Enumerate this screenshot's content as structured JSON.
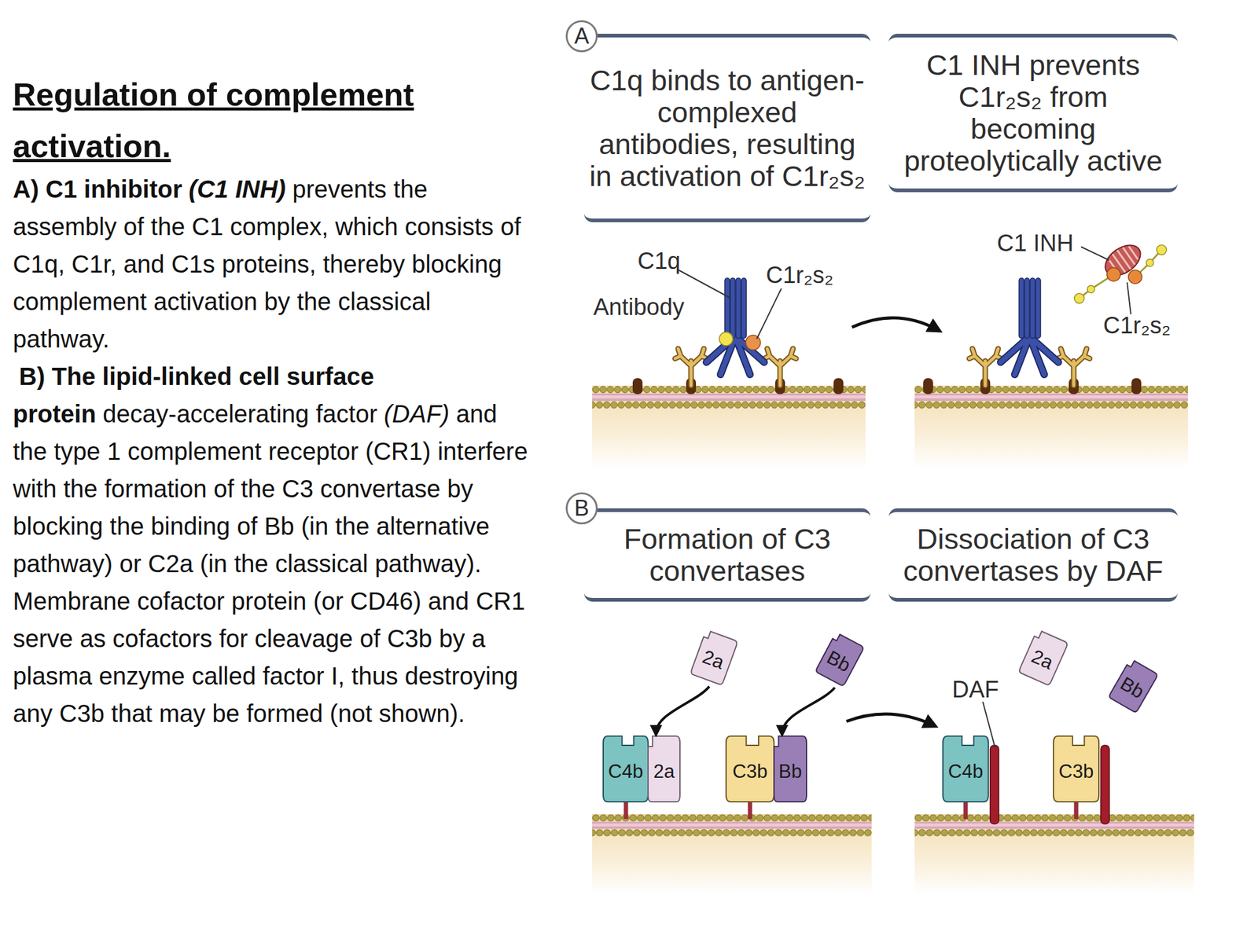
{
  "diagram": {
    "title": "Regulation of complement activation.",
    "nodes": [
      {
        "text": [
          "A"
        ]
      },
      {
        "text": [
          "C1q binds to antigen-complexed antibodies, resulting in activation of C1r₂s₂"
        ]
      },
      {
        "text": [
          "C1 INH prevents C1r₂s₂ from becoming proteolytically active"
        ]
      },
      {
        "text": [
          "B"
        ]
      },
      {
        "text": [
          "Formation of C3 convertases"
        ]
      },
      {
        "text": [
          "Dissociation of C3 convertases by DAF"
        ]
      },
      {
        "text": [
          "2a"
        ]
      },
      {
        "text": [
          "Bb"
        ]
      },
      {
        "text": [
          "C4b"
        ]
      },
      {
        "text": [
          "2a"
        ]
      },
      {
        "text": [
          "C3b"
        ]
      },
      {
        "text": [
          "Bb"
        ]
      },
      {
        "text": [
          "2a"
        ]
      },
      {
        "text": [
          "Bb"
        ]
      },
      {
        "text": [
          "C4b"
        ]
      },
      {
        "text": [
          "C3b"
        ]
      }
    ],
    "edges": [
      {
        "from": 6,
        "to": 9,
        "arrow": "to"
      },
      {
        "from": 7,
        "to": 11,
        "arrow": "to"
      }
    ],
    "labels": [
      "A) C1 inhibitor",
      "(C1 INH)",
      "prevents the assembly of the C1 complex, which consists of C1q, C1r, and C1s proteins, thereby blocking complement activation by the classical pathway.",
      "B) The lipid-linked cell surface protein",
      "decay-accelerating factor",
      "(DAF)",
      "and the type 1 complement receptor (CR1) interfere with the formation of the C3 convertase by blocking the binding of Bb (in the alternative pathway) or C2a (in the classical pathway). Membrane cofactor protein (or CD46) and CR1 serve as cofactors for cleavage of C3b by a plasma enzyme called factor I, thus destroying any C3b that may be formed (not shown).",
      "C1q",
      "Antibody",
      "C1r₂s₂",
      "C1 INH",
      "C1r₂s₂",
      "DAF"
    ]
  }
}
